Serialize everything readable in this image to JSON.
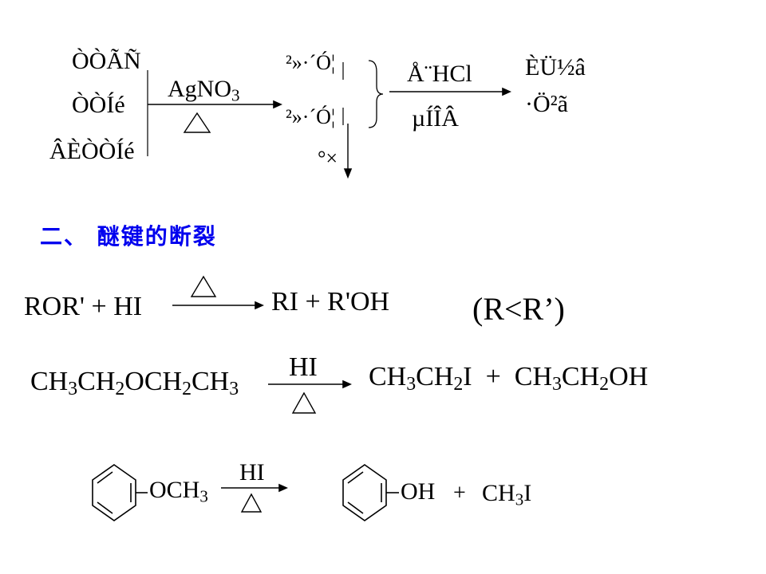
{
  "top": {
    "reactants": [
      "ÒÒÃÑ",
      "ÒÒÍé",
      "ÂÈÒÒÍé"
    ],
    "reagent": "AgNO",
    "reagent_sub": "3",
    "products": [
      "²»·´Ó¦",
      "²»·´Ó¦"
    ],
    "down_label": "°×",
    "arrow2_top": "Å¨HCl",
    "arrow2_bottom": "µÍÎÂ",
    "result": [
      "ÈÜ½â",
      "·Ö²ã"
    ]
  },
  "heading": "二、 醚键的断裂",
  "eq1": {
    "left": "ROR' + HI",
    "right": "RI  + R'OH",
    "note": "(R<R’)"
  },
  "eq2": {
    "reagent": "HI",
    "left": [
      {
        "t": "CH"
      },
      {
        "s": "3"
      },
      {
        "t": "CH"
      },
      {
        "s": "2"
      },
      {
        "t": "OCH"
      },
      {
        "s": "2"
      },
      {
        "t": "CH"
      },
      {
        "s": "3"
      }
    ],
    "right": [
      {
        "t": "CH"
      },
      {
        "s": "3"
      },
      {
        "t": "CH"
      },
      {
        "s": "2"
      },
      {
        "t": "I  +  CH"
      },
      {
        "s": "3"
      },
      {
        "t": "CH"
      },
      {
        "s": "2"
      },
      {
        "t": "OH"
      }
    ]
  },
  "eq3": {
    "reagent": "HI",
    "left_group": "OCH",
    "left_sub": "3",
    "right_group": "OH",
    "plus": "+",
    "ch3i_a": "CH",
    "ch3i_sub": "3",
    "ch3i_b": "I"
  }
}
